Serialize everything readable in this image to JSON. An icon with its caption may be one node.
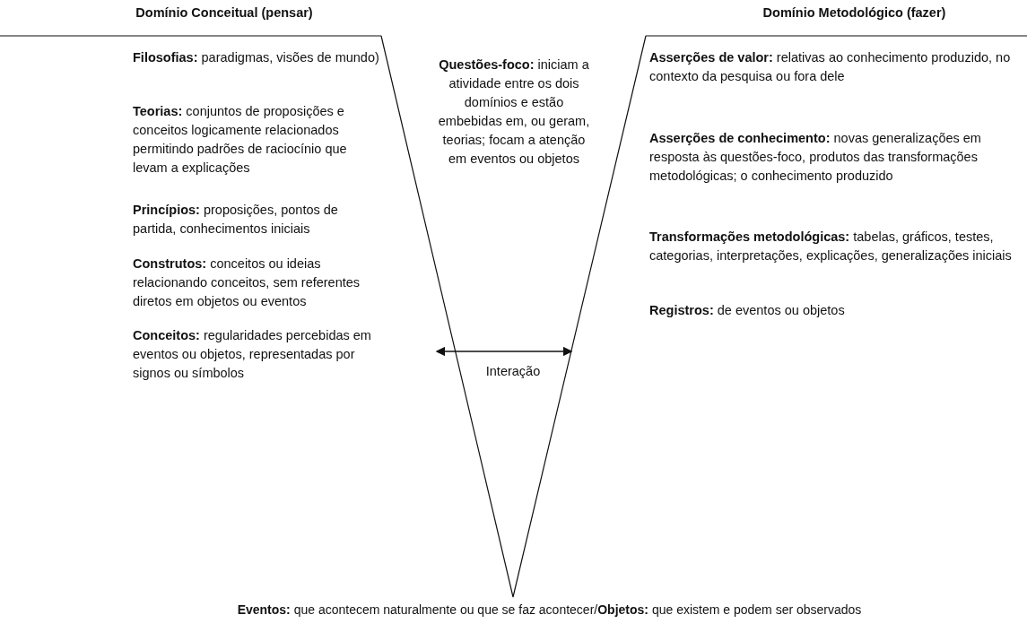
{
  "diagram": {
    "labels": [
      "Domínio Conceitual (pensar)",
      "Domínio Metodológico (fazer)",
      "**Filosofias:** paradigmas, visões de mundo)",
      "**Questões-foco:** iniciam a atividade entre os dois domínios e estão embebidas em, ou geram, teorias; focam a atenção em eventos ou objetos",
      "**Asserções de valor:** relativas ao conhecimento produzido, no contexto da pesquisa ou fora dele",
      "**Teorias:** conjuntos de proposições e conceitos logicamente relacionados permitindo padrões de raciocínio que levam a explicações",
      "**Asserções de conhecimento:** novas generalizações em resposta às questões-foco, produtos das transformações metodológicas; o conhecimento produzido",
      "**Princípios:** proposições, pontos de partida, conhecimentos iniciais",
      "**Transformações metodológicas:** tabelas, gráficos, testes, categorias, interpretações, explicações, generalizações iniciais",
      "**Construtos:** conceitos ou ideias relacionando conceitos, sem referentes diretos em objetos ou eventos",
      "**Registros:** de eventos ou objetos",
      "Interação",
      "**Conceitos:** regularidades percebidas em eventos ou objetos, representadas por signos ou símbolos",
      "**Eventos:** que acontecem naturalmente ou que se faz acontecer/**Objetos:** que existem e podem ser observados"
    ]
  }
}
